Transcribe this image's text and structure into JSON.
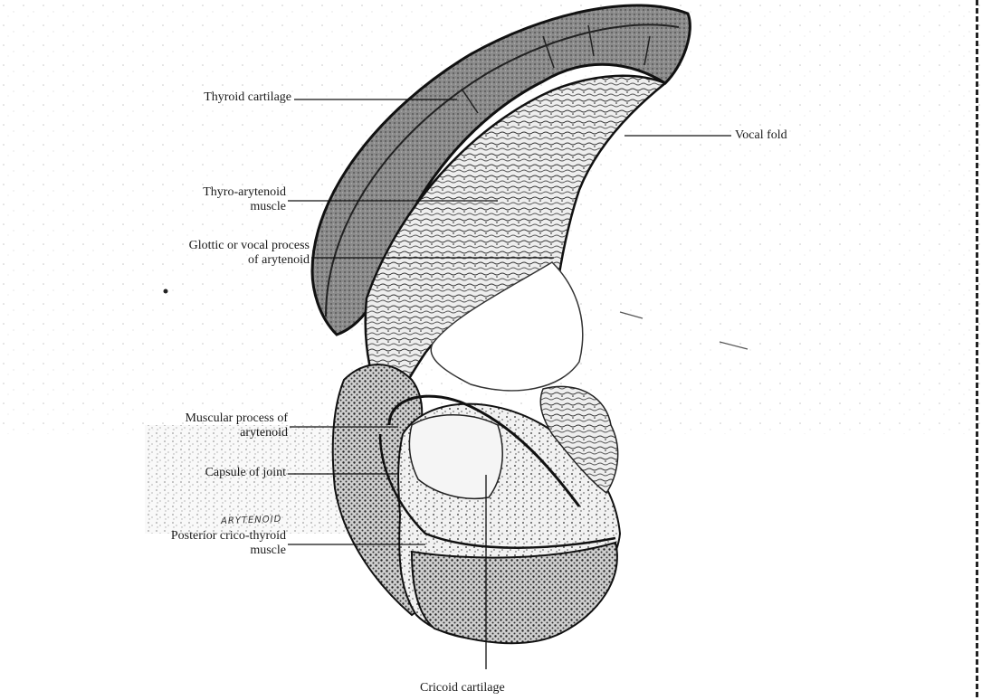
{
  "labels": {
    "thyroid_cartilage": "Thyroid cartilage",
    "vocal_fold": "Vocal fold",
    "thyro_arytenoid_1": "Thyro-arytenoid",
    "thyro_arytenoid_2": "muscle",
    "glottic_1": "Glottic or vocal process",
    "glottic_2": "of arytenoid",
    "muscular_1": "Muscular process of",
    "muscular_2": "arytenoid",
    "capsule": "Capsule of joint",
    "posterior_1": "Posterior crico-thyroid",
    "posterior_2": "muscle",
    "cricoid": "Cricoid cartilage"
  },
  "handwritten_note": "ARYTENOID"
}
